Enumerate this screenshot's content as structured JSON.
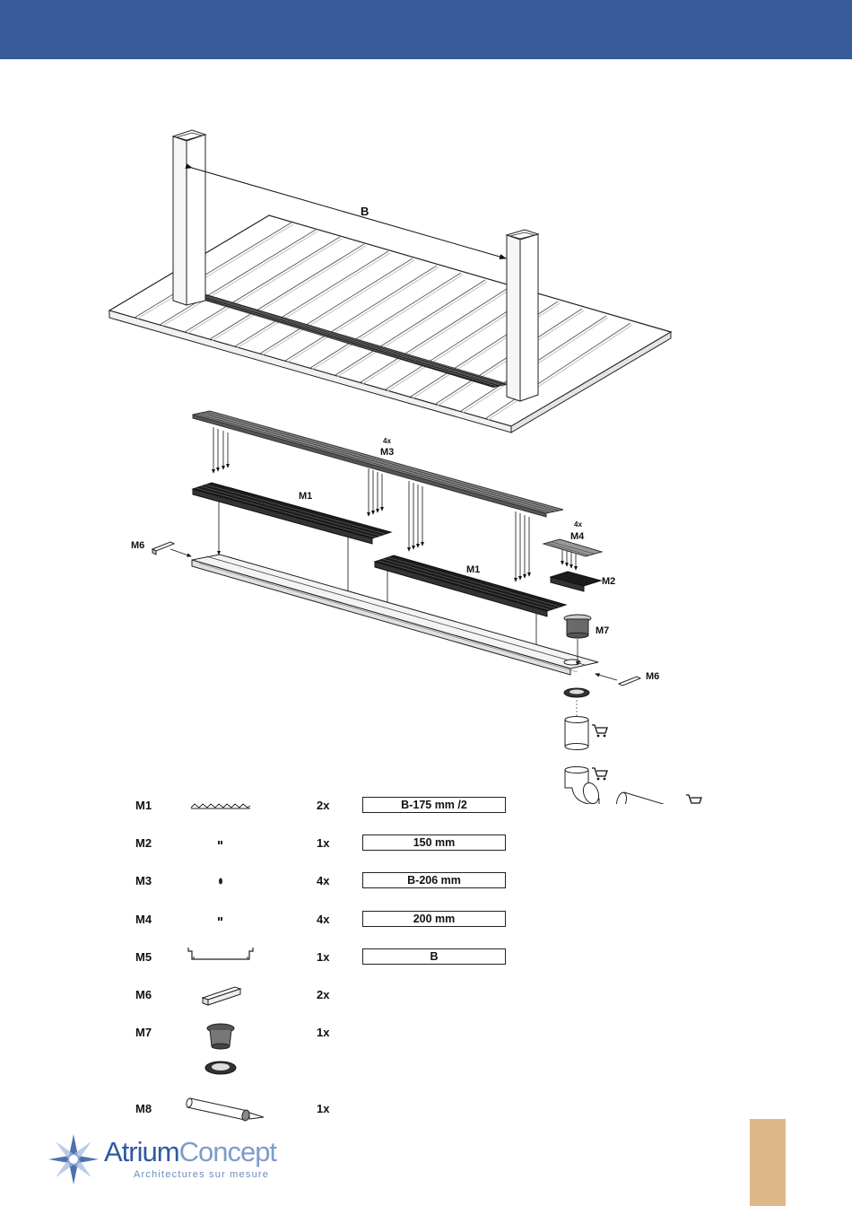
{
  "header": {
    "color": "#375a98"
  },
  "diagram": {
    "dimension_label": "B",
    "m3_count": "4x",
    "m3": "M3",
    "m4_count": "4x",
    "m4": "M4",
    "m1_left": "M1",
    "m1_right": "M1",
    "m2": "M2",
    "m6_left": "M6",
    "m6_right": "M6",
    "m7": "M7"
  },
  "parts": [
    {
      "code": "M1",
      "qty": "2x",
      "dim": "B-175 mm /2",
      "icon": "grate-profile-icon"
    },
    {
      "code": "M2",
      "qty": "1x",
      "dim": "150 mm",
      "icon": "small-dot-icon"
    },
    {
      "code": "M3",
      "qty": "4x",
      "dim": "B-206 mm",
      "icon": "dot-icon"
    },
    {
      "code": "M4",
      "qty": "4x",
      "dim": "200 mm",
      "icon": "small-dot-icon"
    },
    {
      "code": "M5",
      "qty": "1x",
      "dim": "B",
      "icon": "channel-profile-icon"
    },
    {
      "code": "M6",
      "qty": "2x",
      "dim": "",
      "icon": "end-cap-icon"
    },
    {
      "code": "M7",
      "qty": "1x",
      "dim": "",
      "icon": "drain-outlet-icon"
    },
    {
      "code": "M8",
      "qty": "1x",
      "dim": "",
      "icon": "sealant-cartridge-icon"
    }
  ],
  "logo": {
    "name_a": "Atrium",
    "name_b": "Concept",
    "tagline": "Architectures sur mesure"
  },
  "accent_tab_color": "#deb888"
}
